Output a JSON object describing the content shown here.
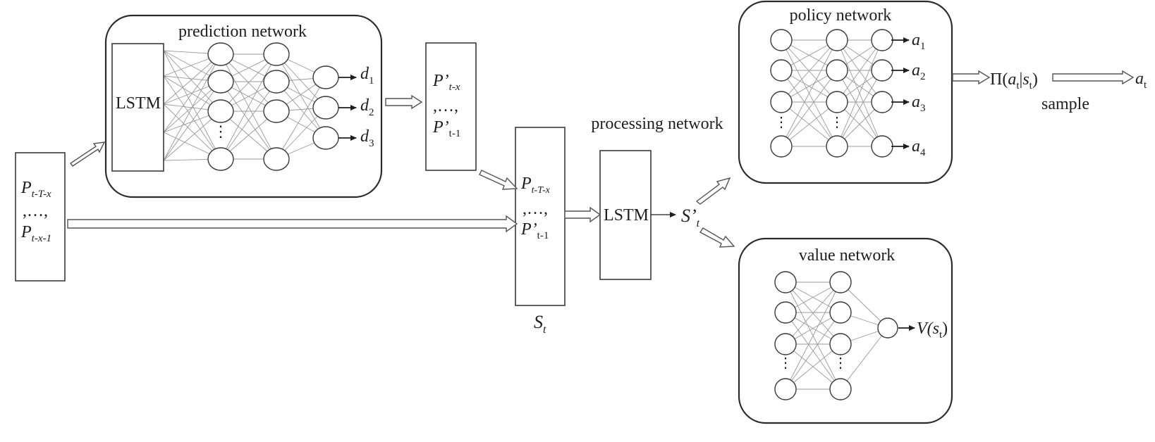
{
  "prediction": {
    "title": "prediction network",
    "lstm": "LSTM"
  },
  "policy": {
    "title": "policy network"
  },
  "value": {
    "title": "value network"
  },
  "processing": {
    "title": "processing network",
    "lstm": "LSTM"
  },
  "labels": {
    "sample": "sample",
    "comma": ",…,",
    "pi_out": "Π(",
    "pi_a": "a",
    "pi_a_sub": "t",
    "pi_bar": "|",
    "pi_s": "s",
    "pi_s_sub": "t",
    "pi_close": ")",
    "at": "a",
    "at_sub": "t",
    "d1": "d",
    "d1_sub": "1",
    "d2": "d",
    "d2_sub": "2",
    "d3": "d",
    "d3_sub": "3",
    "a1": "a",
    "a1_sub": "1",
    "a2": "a",
    "a2_sub": "2",
    "a3": "a",
    "a3_sub": "3",
    "a4": "a",
    "a4_sub": "4",
    "P": "P",
    "Pprime": "P’",
    "sub_tTx": "t-T-x",
    "sub_tx1": "t-x-1",
    "sub_tx": "t-x",
    "sub_t1": "t-1",
    "S": "S",
    "S_sub": "t",
    "Sprime": "S’",
    "Sprime_sub": "t",
    "V": "V(",
    "V_s": "s",
    "V_s_sub": "t",
    "V_close": ")",
    "dots": "⋮"
  },
  "colors": {
    "stroke": "#3a3a3a",
    "connections": "#9a9a9a",
    "text": "#1e1e1e"
  }
}
